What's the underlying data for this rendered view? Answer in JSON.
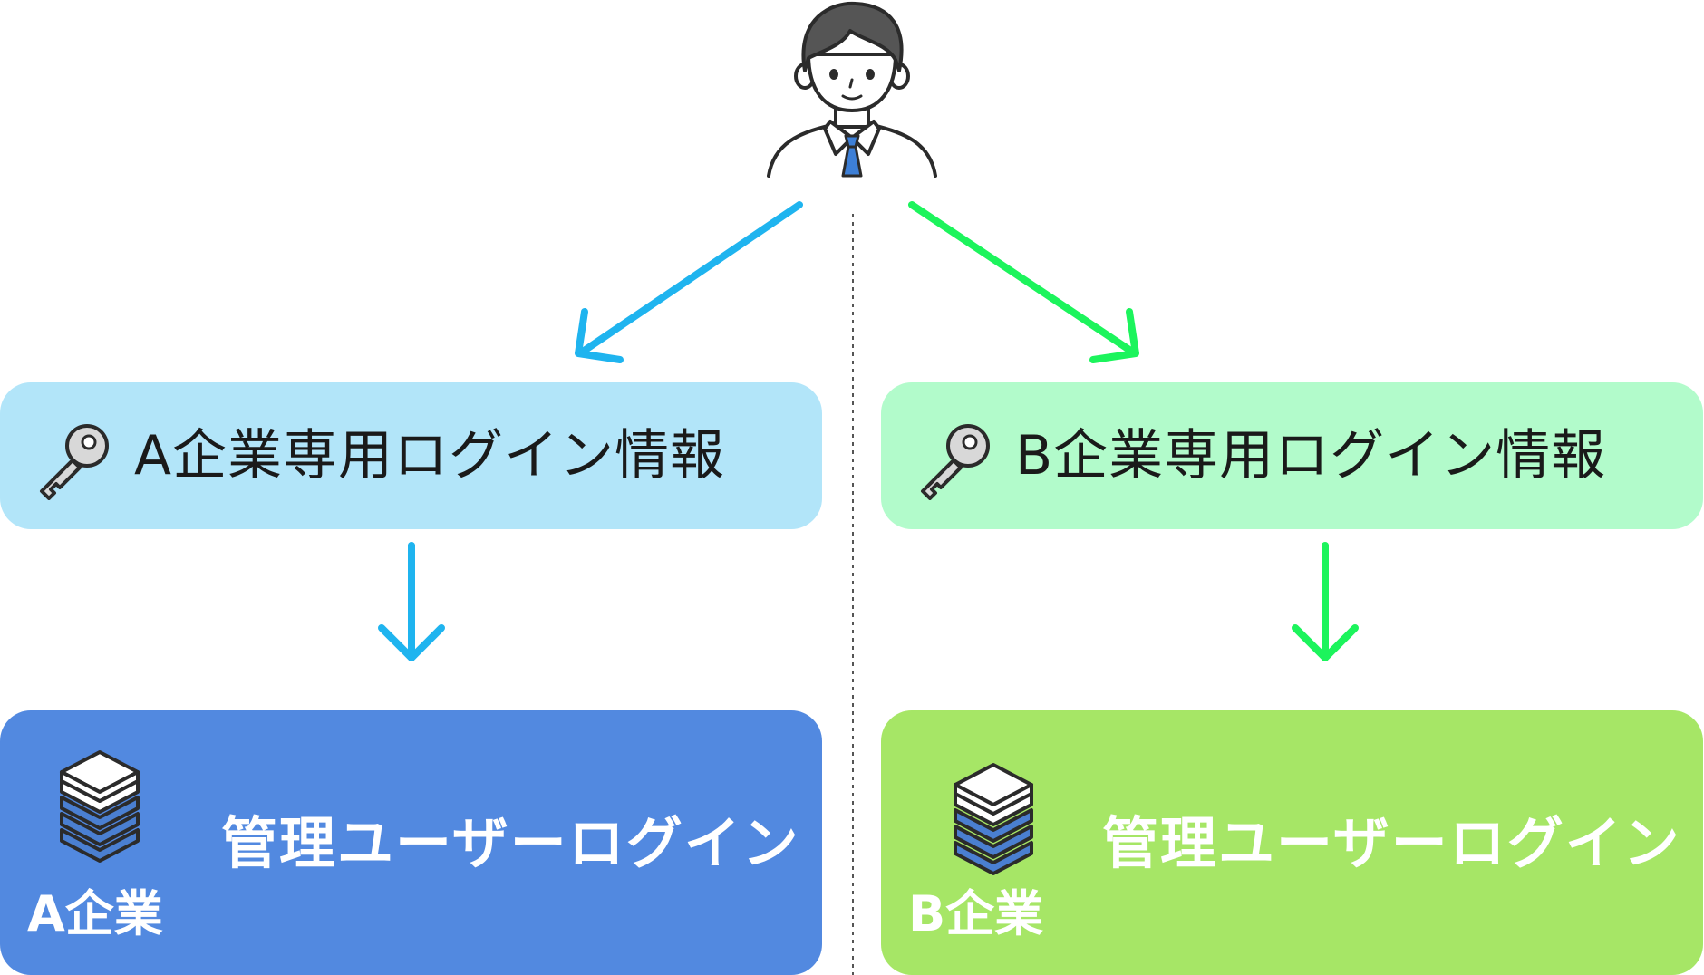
{
  "colors": {
    "a_accent": "#1fb4ef",
    "b_accent": "#1cf45c",
    "a_login_bg": "#b2e5f9",
    "b_login_bg": "#b2fbcb",
    "a_company_bg": "#5289e0",
    "b_company_bg": "#a6e666",
    "divider": "#555555"
  },
  "icons": {
    "person": "person-icon",
    "key": "key-icon",
    "server": "server-stack-icon"
  },
  "branch_a": {
    "login_label": "A企業専用ログイン情報",
    "company_label": "A企業",
    "admin_label": "管理ユーザーログイン"
  },
  "branch_b": {
    "login_label": "B企業専用ログイン情報",
    "company_label": "B企業",
    "admin_label": "管理ユーザーログイン"
  }
}
